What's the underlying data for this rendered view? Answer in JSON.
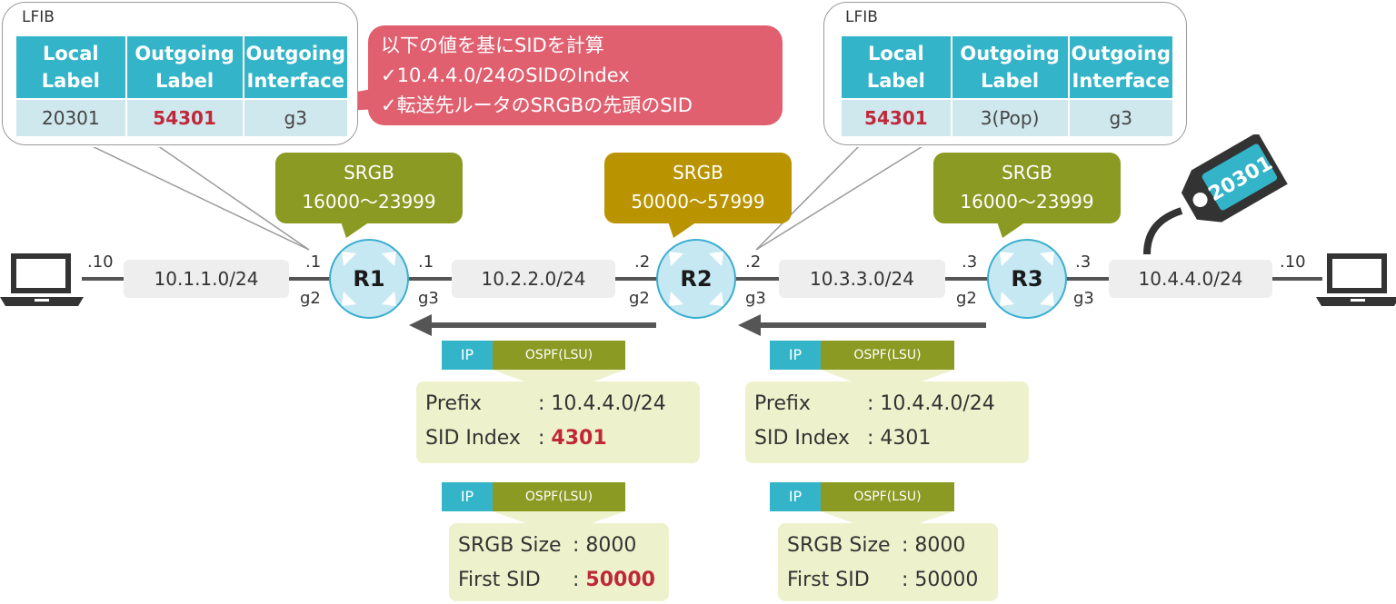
{
  "lfib_left": {
    "title": "LFIB",
    "headers": [
      "Local\nLabel",
      "Outgoing\nLabel",
      "Outgoing\nInterface"
    ],
    "row": {
      "local": "20301",
      "outgoing": "54301",
      "interface": "g3"
    }
  },
  "lfib_right": {
    "title": "LFIB",
    "headers": [
      "Local\nLabel",
      "Outgoing\nLabel",
      "Outgoing\nInterface"
    ],
    "row": {
      "local": "54301",
      "outgoing": "3(Pop)",
      "interface": "g3"
    }
  },
  "callout": {
    "line1": "以下の値を基にSIDを計算",
    "line2": "✓10.4.4.0/24のSIDのIndex",
    "line3": "✓転送先ルータのSRGBの先頭のSID"
  },
  "routers": [
    {
      "name": "R1",
      "srgb_title": "SRGB",
      "srgb_range": "16000〜23999"
    },
    {
      "name": "R2",
      "srgb_title": "SRGB",
      "srgb_range": "50000〜57999"
    },
    {
      "name": "R3",
      "srgb_title": "SRGB",
      "srgb_range": "16000〜23999"
    }
  ],
  "networks": [
    "10.1.1.0/24",
    "10.2.2.0/24",
    "10.3.3.0/24",
    "10.4.4.0/24"
  ],
  "addr": {
    "pc1": ".10",
    "r1_left": ".1",
    "r1_right": ".1",
    "r2_left": ".2",
    "r2_right": ".2",
    "r3_left": ".3",
    "r3_right": ".3",
    "pc2": ".10"
  },
  "ifaces": {
    "r1_left": "g2",
    "r1_right": "g3",
    "r2_left": "g2",
    "r2_right": "g3",
    "r3_left": "g2",
    "r3_right": "g3"
  },
  "tag_label": "20301",
  "lsu": {
    "ip": "IP",
    "ospf": "OSPF(LSU)",
    "prefix_label": "Prefix",
    "prefix_sep": ": ",
    "prefix_value": "10.4.4.0/24",
    "sid_label": "SID Index",
    "sid_sep": ": ",
    "sid_value": "4301",
    "size_label": "SRGB Size",
    "size_sep": ": ",
    "size_value": "8000",
    "first_label": "First SID",
    "first_sep": ": ",
    "first_value": "50000"
  },
  "colors": {
    "teal": "#33b4c8",
    "olive": "#8a9a22",
    "gold": "#b99400",
    "callout": "#e06070",
    "highlight": "#c0283a",
    "router_fill": "#c6e8f2"
  }
}
